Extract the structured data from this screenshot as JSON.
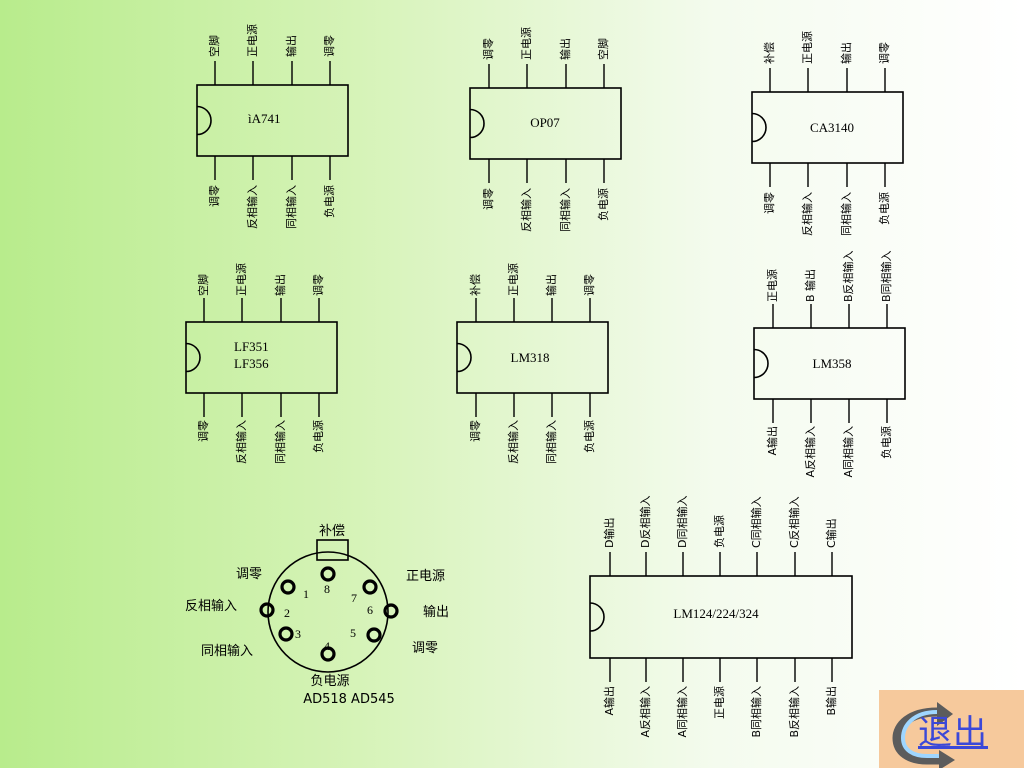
{
  "chips": [
    {
      "id": "ua741",
      "label": [
        "ìA741"
      ],
      "top_pins": [
        "空脚",
        "正电源",
        "输出",
        "调零"
      ],
      "bottom_pins": [
        "调零",
        "反相输入",
        "同相输入",
        "负电源"
      ]
    },
    {
      "id": "op07",
      "label": [
        "OP07"
      ],
      "top_pins": [
        "调零",
        "正电源",
        "输出",
        "空脚"
      ],
      "bottom_pins": [
        "调零",
        "反相输入",
        "同相输入",
        "负电源"
      ]
    },
    {
      "id": "ca3140",
      "label": [
        "CA3140"
      ],
      "top_pins": [
        "补偿",
        "正电源",
        "输出",
        "调零"
      ],
      "bottom_pins": [
        "调零",
        "反相输入",
        "同相输入",
        "负电源"
      ]
    },
    {
      "id": "lf351",
      "label": [
        "LF351",
        "LF356"
      ],
      "top_pins": [
        "空脚",
        "正电源",
        "输出",
        "调零"
      ],
      "bottom_pins": [
        "调零",
        "反相输入",
        "同相输入",
        "负电源"
      ]
    },
    {
      "id": "lm318",
      "label": [
        "LM318"
      ],
      "top_pins": [
        "补偿",
        "正电源",
        "输出",
        "调零"
      ],
      "bottom_pins": [
        "调零",
        "反相输入",
        "同相输入",
        "负电源"
      ]
    },
    {
      "id": "lm358",
      "label": [
        "LM358"
      ],
      "top_pins": [
        "正电源",
        "B 输出",
        "B反相输入",
        "B同相输入"
      ],
      "bottom_pins": [
        "A输出",
        "A反相输入",
        "A同相输入",
        "负电源"
      ]
    },
    {
      "id": "lm124",
      "label": [
        "LM124/224/324"
      ],
      "top_pins": [
        "D输出",
        "D反相输入",
        "D同相输入",
        "负电源",
        "C同相输入",
        "C反相输入",
        "C输出"
      ],
      "bottom_pins": [
        "A输出",
        "A反相输入",
        "A同相输入",
        "正电源",
        "B同相输入",
        "B反相输入",
        "B输出"
      ]
    }
  ],
  "circular": {
    "top_tab": "补偿",
    "pin_labels": {
      "1": "调零",
      "2": "反相输入",
      "3": "同相输入",
      "4": "负电源",
      "5": "调零",
      "6": "输出",
      "7": "正电源"
    },
    "numbers": [
      "1",
      "2",
      "3",
      "4",
      "5",
      "6",
      "7",
      "8"
    ],
    "part_names": "AD518 AD545"
  },
  "exit": {
    "label": "退出"
  }
}
